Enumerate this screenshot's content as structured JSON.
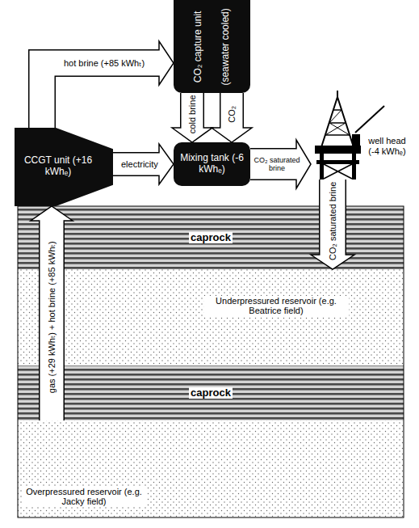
{
  "diagram": {
    "nodes": [
      {
        "text": [
          "CO₂ capture unit",
          "(seawater cooled)"
        ]
      },
      {
        "text": [
          "CCGT unit (+16 kWhₑ)"
        ]
      },
      {
        "text": [
          "Mixing tank (-6 kWhₑ)"
        ]
      },
      {
        "text": [
          "well head (-4 kWhₑ)"
        ]
      },
      {
        "text": [
          "caprock"
        ]
      },
      {
        "text": [
          "Underpressured reservoir (e.g. Beatrice field)"
        ]
      },
      {
        "text": [
          "caprock"
        ]
      },
      {
        "text": [
          "Overpressured reservoir (e.g. Jacky field)"
        ]
      }
    ],
    "edges": [
      {
        "from": 1,
        "to": 0,
        "arrow": "to",
        "label": "hot brine (+85 kWhₜ)"
      },
      {
        "from": 0,
        "to": 2,
        "arrow": "to",
        "label": "cold brine"
      },
      {
        "from": 0,
        "to": 2,
        "arrow": "to",
        "label": "CO₂"
      },
      {
        "from": 1,
        "to": 2,
        "arrow": "to",
        "label": "electricity"
      },
      {
        "from": 2,
        "to": 3,
        "arrow": "to",
        "label": "CO₂ saturated brine"
      },
      {
        "from": 3,
        "to": 5,
        "arrow": "to",
        "label": "CO₂ saturated brine"
      },
      {
        "from": 7,
        "to": 1,
        "arrow": "to",
        "label": "gas (+29 kWhₜ) + hot brine (+85 kWhₜ)"
      }
    ]
  }
}
